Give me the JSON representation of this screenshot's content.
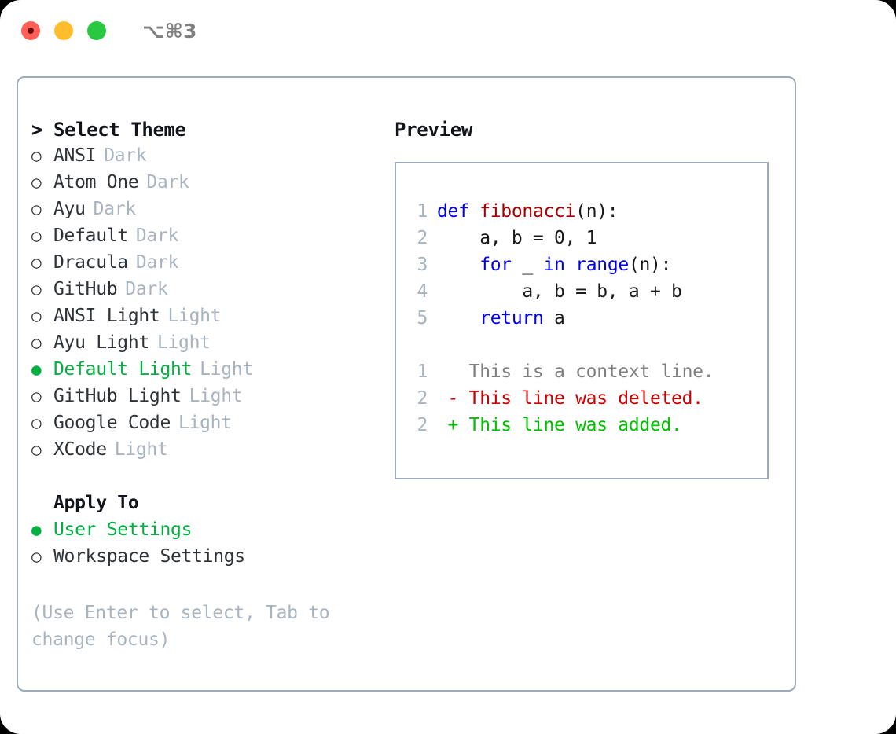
{
  "window": {
    "title": "⌥⌘3",
    "traffic_lights": [
      {
        "name": "close",
        "color": "#ff5f57"
      },
      {
        "name": "minimize",
        "color": "#ffbd2e"
      },
      {
        "name": "maximize",
        "color": "#28c840"
      }
    ]
  },
  "theme_picker": {
    "marker": ">",
    "heading": "Select Theme",
    "bullet_unselected": "○",
    "bullet_selected": "●",
    "items": [
      {
        "label": "ANSI",
        "tag": "Dark",
        "selected": false
      },
      {
        "label": "Atom One",
        "tag": "Dark",
        "selected": false
      },
      {
        "label": "Ayu",
        "tag": "Dark",
        "selected": false
      },
      {
        "label": "Default",
        "tag": "Dark",
        "selected": false
      },
      {
        "label": "Dracula",
        "tag": "Dark",
        "selected": false
      },
      {
        "label": "GitHub",
        "tag": "Dark",
        "selected": false
      },
      {
        "label": "ANSI Light",
        "tag": "Light",
        "selected": false
      },
      {
        "label": "Ayu Light",
        "tag": "Light",
        "selected": false
      },
      {
        "label": "Default Light",
        "tag": "Light",
        "selected": true
      },
      {
        "label": "GitHub Light",
        "tag": "Light",
        "selected": false
      },
      {
        "label": "Google Code",
        "tag": "Light",
        "selected": false
      },
      {
        "label": "XCode",
        "tag": "Light",
        "selected": false
      }
    ]
  },
  "apply_to": {
    "heading": "Apply To",
    "items": [
      {
        "label": "User Settings",
        "selected": true
      },
      {
        "label": "Workspace Settings",
        "selected": false
      }
    ]
  },
  "hint": "(Use Enter to select, Tab to change focus)",
  "preview": {
    "title": "Preview",
    "code_lines": [
      {
        "no": "1",
        "tokens": [
          {
            "t": "def ",
            "c": "kw"
          },
          {
            "t": "fibonacci",
            "c": "fn"
          },
          {
            "t": "(n):",
            "c": "plain"
          }
        ]
      },
      {
        "no": "2",
        "tokens": [
          {
            "t": "    a, b = 0, 1",
            "c": "plain"
          }
        ]
      },
      {
        "no": "3",
        "tokens": [
          {
            "t": "    ",
            "c": "plain"
          },
          {
            "t": "for",
            "c": "kw"
          },
          {
            "t": " _ ",
            "c": "plain"
          },
          {
            "t": "in",
            "c": "kw"
          },
          {
            "t": " ",
            "c": "plain"
          },
          {
            "t": "range",
            "c": "kw"
          },
          {
            "t": "(n):",
            "c": "plain"
          }
        ]
      },
      {
        "no": "4",
        "tokens": [
          {
            "t": "        a, b = b, a + b",
            "c": "plain"
          }
        ]
      },
      {
        "no": "5",
        "tokens": [
          {
            "t": "    ",
            "c": "plain"
          },
          {
            "t": "return",
            "c": "kw"
          },
          {
            "t": " a",
            "c": "plain"
          }
        ]
      }
    ],
    "diff_lines": [
      {
        "no": "1",
        "tokens": [
          {
            "t": "   This is a context line.",
            "c": "ctx"
          }
        ]
      },
      {
        "no": "2",
        "tokens": [
          {
            "t": " - This line was deleted.",
            "c": "del"
          }
        ]
      },
      {
        "no": "2",
        "tokens": [
          {
            "t": " + This line was added.",
            "c": "add"
          }
        ]
      }
    ]
  },
  "colors": {
    "accent_green": "#00b140",
    "muted": "#a8b4c0",
    "text": "#2e3338",
    "border": "#9daabb",
    "keyword": "#0000ee",
    "function": "#a80000",
    "diff_del": "#cc0000",
    "diff_add": "#00c000"
  }
}
